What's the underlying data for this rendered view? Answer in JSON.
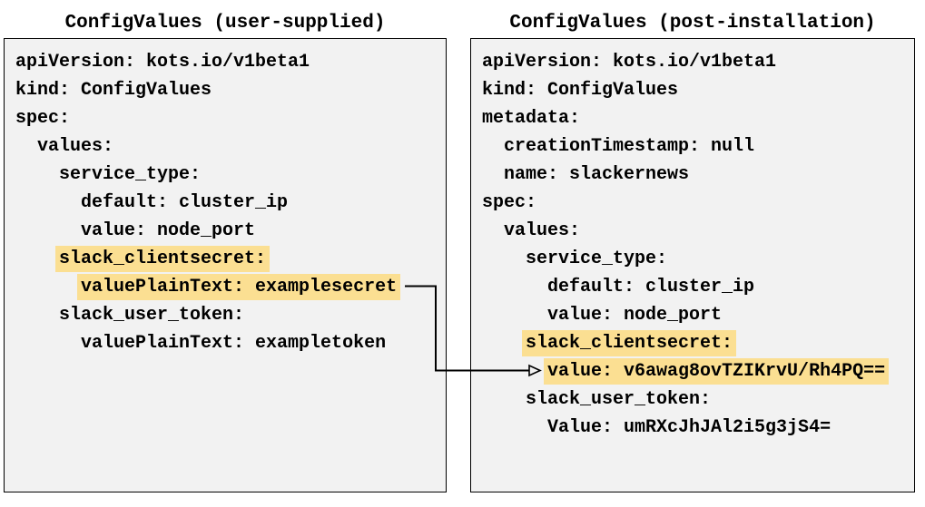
{
  "left_panel": {
    "title": "ConfigValues (user-supplied)",
    "lines": [
      {
        "indent": 0,
        "text": "apiVersion: kots.io/v1beta1",
        "highlight": false
      },
      {
        "indent": 0,
        "text": "kind: ConfigValues",
        "highlight": false
      },
      {
        "indent": 0,
        "text": "spec:",
        "highlight": false
      },
      {
        "indent": 2,
        "text": "values:",
        "highlight": false
      },
      {
        "indent": 4,
        "text": "service_type:",
        "highlight": false
      },
      {
        "indent": 6,
        "text": "default: cluster_ip",
        "highlight": false
      },
      {
        "indent": 6,
        "text": "value: node_port",
        "highlight": false
      },
      {
        "indent": 4,
        "text": "slack_clientsecret:",
        "highlight": true
      },
      {
        "indent": 6,
        "text": "valuePlainText: examplesecret",
        "highlight": true
      },
      {
        "indent": 4,
        "text": "slack_user_token:",
        "highlight": false
      },
      {
        "indent": 6,
        "text": "valuePlainText: exampletoken",
        "highlight": false
      }
    ]
  },
  "right_panel": {
    "title": "ConfigValues (post-installation)",
    "lines": [
      {
        "indent": 0,
        "text": "apiVersion: kots.io/v1beta1",
        "highlight": false
      },
      {
        "indent": 0,
        "text": "kind: ConfigValues",
        "highlight": false
      },
      {
        "indent": 0,
        "text": "metadata:",
        "highlight": false
      },
      {
        "indent": 2,
        "text": "creationTimestamp: null",
        "highlight": false
      },
      {
        "indent": 2,
        "text": "name: slackernews",
        "highlight": false
      },
      {
        "indent": 0,
        "text": "spec:",
        "highlight": false
      },
      {
        "indent": 2,
        "text": "values:",
        "highlight": false
      },
      {
        "indent": 4,
        "text": "service_type:",
        "highlight": false
      },
      {
        "indent": 6,
        "text": "default: cluster_ip",
        "highlight": false
      },
      {
        "indent": 6,
        "text": "value: node_port",
        "highlight": false
      },
      {
        "indent": 4,
        "text": "slack_clientsecret:",
        "highlight": true
      },
      {
        "indent": 6,
        "text": "value: v6awag8ovTZIKrvU/Rh4PQ==",
        "highlight": true
      },
      {
        "indent": 4,
        "text": "slack_user_token:",
        "highlight": false
      },
      {
        "indent": 6,
        "text": "Value: umRXcJhJAl2i5g3jS4=",
        "highlight": false
      }
    ]
  },
  "arrow": {
    "from": "valuePlainText: examplesecret",
    "to": "value: v6awag8ovTZIKrvU/Rh4PQ=="
  },
  "colors": {
    "highlight": "#fbdf92",
    "panel_bg": "#f2f2f2",
    "border": "#000000"
  }
}
